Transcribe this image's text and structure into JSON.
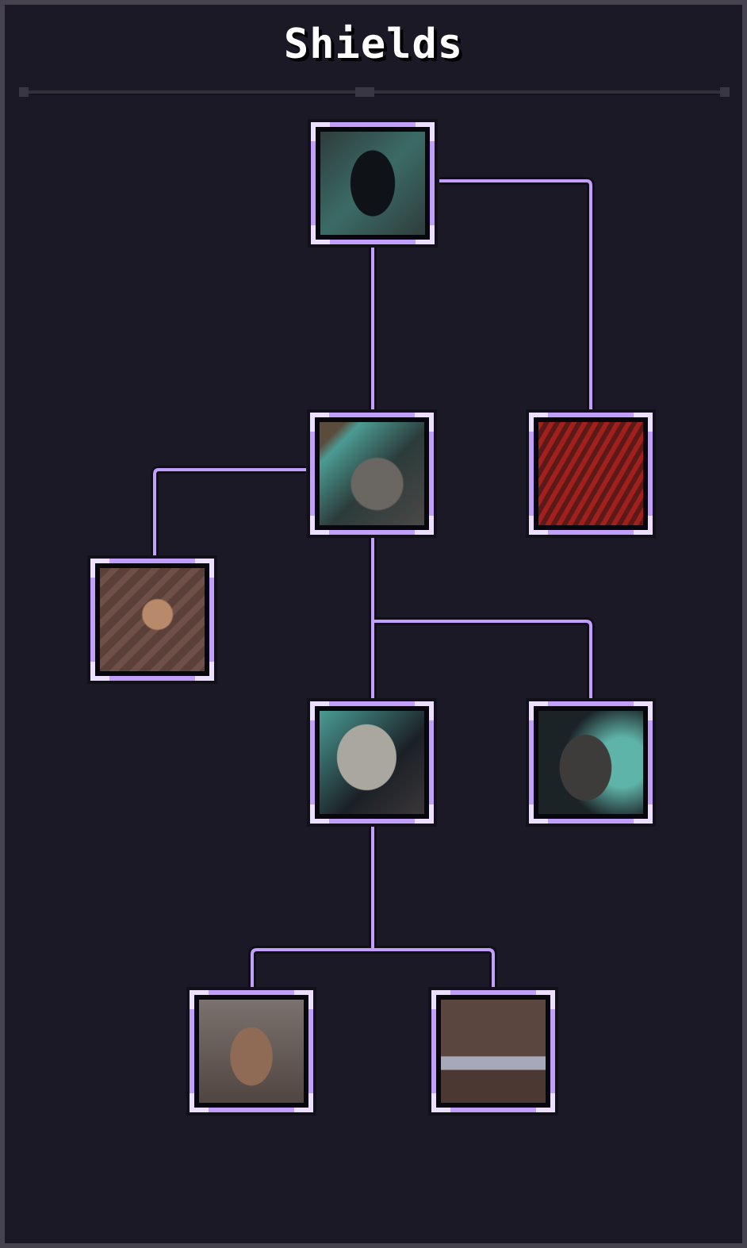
{
  "title": "Shields",
  "colors": {
    "connector": "#c29ffa",
    "frame_corner": "#ecdfff",
    "background": "#1b1926"
  },
  "nodes": [
    {
      "id": "root",
      "icon": "shadow-figure-icon"
    },
    {
      "id": "skull-shield",
      "icon": "skull-shield-icon"
    },
    {
      "id": "bloody-shield",
      "icon": "bloody-shield-icon"
    },
    {
      "id": "shield-bash",
      "icon": "shield-bash-icon"
    },
    {
      "id": "tower-shield",
      "icon": "tower-shield-icon"
    },
    {
      "id": "shield-wall",
      "icon": "shield-wall-icon"
    },
    {
      "id": "warrior",
      "icon": "warrior-icon"
    },
    {
      "id": "guardian-face",
      "icon": "guardian-face-icon"
    }
  ]
}
